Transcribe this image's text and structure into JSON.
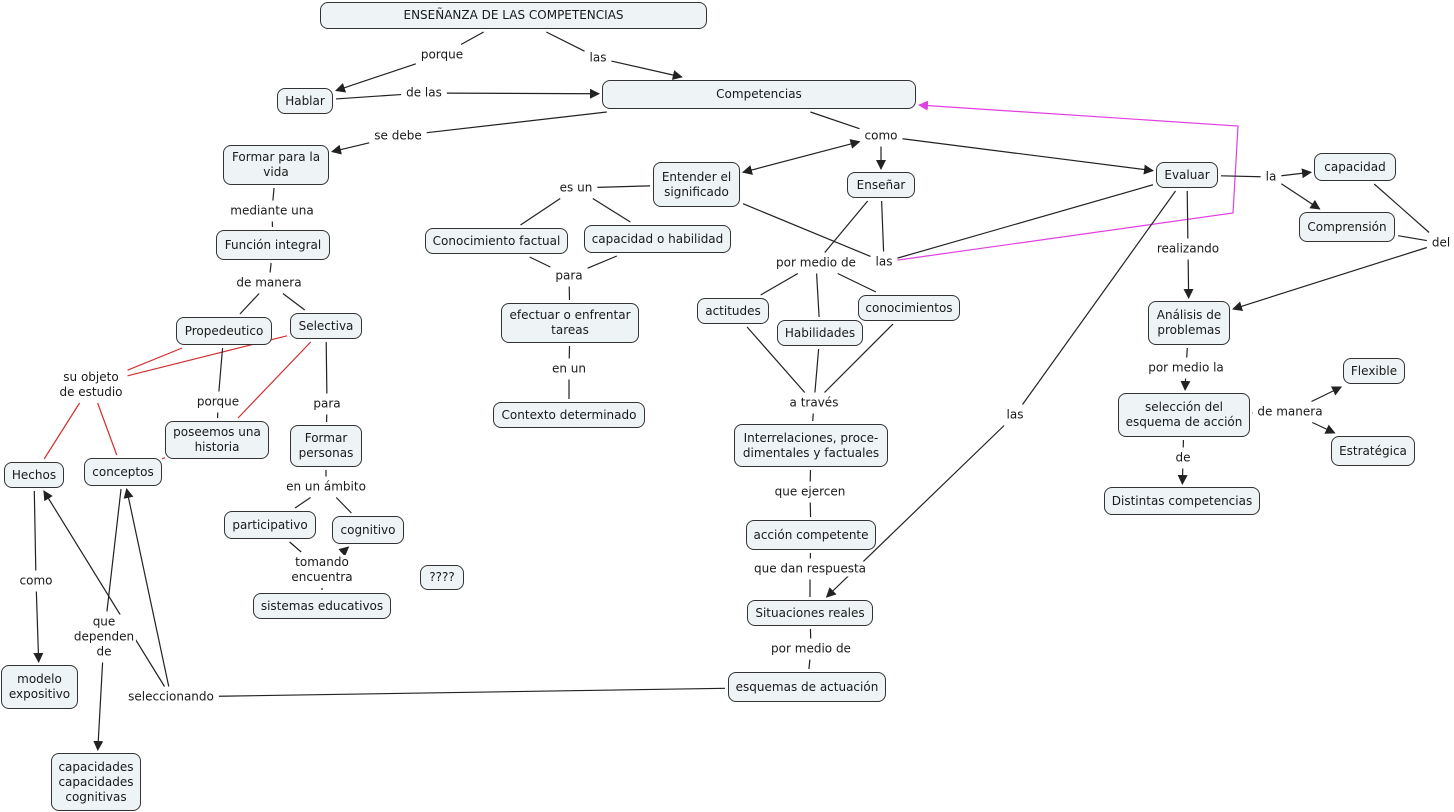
{
  "title": "ENSEÑANZA DE LAS COMPETENCIAS",
  "colors": {
    "node_fill": "#eef3f5",
    "line": "#222222",
    "red_link": "#d03030",
    "magenta_link": "#e040e0"
  },
  "nodes": [
    {
      "id": "title",
      "text": "ENSEÑANZA DE LAS COMPETENCIAS"
    },
    {
      "id": "hablar",
      "text": "Hablar"
    },
    {
      "id": "competencias",
      "text": "Competencias"
    },
    {
      "id": "formar_vida",
      "text": "Formar para la\nvida"
    },
    {
      "id": "funcion_integral",
      "text": "Función integral"
    },
    {
      "id": "propedeutico",
      "text": "Propedeutico"
    },
    {
      "id": "selectiva",
      "text": "Selectiva"
    },
    {
      "id": "poseemos",
      "text": "poseemos una\nhistoria"
    },
    {
      "id": "formar_personas",
      "text": "Formar\npersonas"
    },
    {
      "id": "hechos",
      "text": "Hechos"
    },
    {
      "id": "conceptos",
      "text": "conceptos"
    },
    {
      "id": "participativo",
      "text": "participativo"
    },
    {
      "id": "cognitivo",
      "text": "cognitivo"
    },
    {
      "id": "sistemas",
      "text": "sistemas educativos"
    },
    {
      "id": "interrog",
      "text": "????"
    },
    {
      "id": "modelo",
      "text": "modelo\nexpositivo"
    },
    {
      "id": "capacidades",
      "text": "capacidades\ncapacidades\ncognitivas"
    },
    {
      "id": "entender",
      "text": "Entender el\nsignificado"
    },
    {
      "id": "conoc_factual",
      "text": "Conocimiento factual"
    },
    {
      "id": "capac_habil",
      "text": "capacidad o habilidad"
    },
    {
      "id": "efectuar",
      "text": "efectuar o enfrentar\ntareas"
    },
    {
      "id": "contexto",
      "text": "Contexto determinado"
    },
    {
      "id": "ensenar",
      "text": "Enseñar"
    },
    {
      "id": "actitudes",
      "text": "actitudes"
    },
    {
      "id": "habilidades",
      "text": "Habilidades"
    },
    {
      "id": "conocimientos",
      "text": "conocimientos"
    },
    {
      "id": "interrelaciones",
      "text": "Interrelaciones, proce-\ndimentales y factuales"
    },
    {
      "id": "accion",
      "text": "acción competente"
    },
    {
      "id": "situaciones",
      "text": "Situaciones reales"
    },
    {
      "id": "esquemas",
      "text": "esquemas de actuación"
    },
    {
      "id": "evaluar",
      "text": "Evaluar"
    },
    {
      "id": "capacidad",
      "text": "capacidad"
    },
    {
      "id": "comprension",
      "text": "Comprensión"
    },
    {
      "id": "analisis",
      "text": "Análisis de\nproblemas"
    },
    {
      "id": "seleccion",
      "text": "selección del\nesquema de acción"
    },
    {
      "id": "flexible",
      "text": "Flexible"
    },
    {
      "id": "estrategica",
      "text": "Estratégica"
    },
    {
      "id": "distintas",
      "text": "Distintas competencias"
    }
  ],
  "link_labels": [
    {
      "id": "l_porque",
      "text": "porque"
    },
    {
      "id": "l_las_top",
      "text": "las"
    },
    {
      "id": "l_delas",
      "text": "de las"
    },
    {
      "id": "l_sedebe",
      "text": "se debe"
    },
    {
      "id": "l_mediante",
      "text": "mediante una"
    },
    {
      "id": "l_demanera",
      "text": "de manera"
    },
    {
      "id": "l_objeto",
      "text": "su objeto\nde estudio"
    },
    {
      "id": "l_porque2",
      "text": "porque"
    },
    {
      "id": "l_para",
      "text": "para"
    },
    {
      "id": "l_ambito",
      "text": "en un ámbito"
    },
    {
      "id": "l_tomando",
      "text": "tomando\nencuentra"
    },
    {
      "id": "l_como",
      "text": "como"
    },
    {
      "id": "l_dependen",
      "text": "que\ndependen\nde"
    },
    {
      "id": "l_seleccionando",
      "text": "seleccionando"
    },
    {
      "id": "l_esun",
      "text": "es un"
    },
    {
      "id": "l_para2",
      "text": "para"
    },
    {
      "id": "l_enun",
      "text": "en  un"
    },
    {
      "id": "l_como2",
      "text": "como"
    },
    {
      "id": "l_pormediode",
      "text": "por medio de"
    },
    {
      "id": "l_las_mid",
      "text": "las"
    },
    {
      "id": "l_atraves",
      "text": "a través"
    },
    {
      "id": "l_ejercen",
      "text": "que ejercen"
    },
    {
      "id": "l_respuesta",
      "text": "que dan respuesta"
    },
    {
      "id": "l_pormediode2",
      "text": "por medio de"
    },
    {
      "id": "l_las_right",
      "text": "las"
    },
    {
      "id": "l_la",
      "text": "la"
    },
    {
      "id": "l_del",
      "text": "del"
    },
    {
      "id": "l_realizando",
      "text": "realizando"
    },
    {
      "id": "l_pormediola",
      "text": "por medio la"
    },
    {
      "id": "l_demanera2",
      "text": "de manera"
    },
    {
      "id": "l_de",
      "text": "de"
    }
  ],
  "connections": [
    {
      "from": "title",
      "to": "l_porque"
    },
    {
      "from": "l_porque",
      "to": "hablar",
      "arrow": true
    },
    {
      "from": "title",
      "to": "l_las_top"
    },
    {
      "from": "l_las_top",
      "to": "competencias",
      "arrow": true
    },
    {
      "from": "hablar",
      "to": "l_delas"
    },
    {
      "from": "l_delas",
      "to": "competencias",
      "arrow": true
    },
    {
      "from": "competencias",
      "to": "l_sedebe"
    },
    {
      "from": "l_sedebe",
      "to": "formar_vida",
      "arrow": true
    },
    {
      "from": "formar_vida",
      "to": "l_mediante"
    },
    {
      "from": "l_mediante",
      "to": "funcion_integral"
    },
    {
      "from": "funcion_integral",
      "to": "l_demanera"
    },
    {
      "from": "l_demanera",
      "to": "propedeutico"
    },
    {
      "from": "l_demanera",
      "to": "selectiva"
    },
    {
      "from": "propedeutico",
      "to": "l_objeto",
      "color": "red"
    },
    {
      "from": "selectiva",
      "to": "l_objeto",
      "color": "red"
    },
    {
      "from": "l_objeto",
      "to": "hechos",
      "color": "red"
    },
    {
      "from": "l_objeto",
      "to": "conceptos",
      "color": "red"
    },
    {
      "from": "selectiva",
      "to": "poseemos",
      "color": "red"
    },
    {
      "from": "poseemos",
      "to": "conceptos",
      "color": "red"
    },
    {
      "from": "propedeutico",
      "to": "l_porque2"
    },
    {
      "from": "l_porque2",
      "to": "poseemos"
    },
    {
      "from": "selectiva",
      "to": "l_para"
    },
    {
      "from": "l_para",
      "to": "formar_personas"
    },
    {
      "from": "formar_personas",
      "to": "l_ambito"
    },
    {
      "from": "l_ambito",
      "to": "participativo"
    },
    {
      "from": "l_ambito",
      "to": "cognitivo"
    },
    {
      "from": "participativo",
      "to": "l_tomando"
    },
    {
      "from": "l_tomando",
      "to": "cognitivo",
      "arrow": true
    },
    {
      "from": "l_tomando",
      "to": "sistemas"
    },
    {
      "from": "hechos",
      "to": "l_como"
    },
    {
      "from": "l_como",
      "to": "modelo",
      "arrow": true
    },
    {
      "from": "conceptos",
      "to": "l_dependen"
    },
    {
      "from": "l_dependen",
      "to": "capacidades",
      "arrow": true
    },
    {
      "from": "l_seleccionando",
      "to": "hechos",
      "arrow": true
    },
    {
      "from": "l_seleccionando",
      "to": "conceptos",
      "arrow": true
    },
    {
      "from": "esquemas",
      "to": "l_seleccionando"
    },
    {
      "from": "competencias",
      "to": "l_como2"
    },
    {
      "from": "l_como2",
      "to": "entender",
      "arrow": true,
      "both": true
    },
    {
      "from": "l_como2",
      "to": "ensenar",
      "arrow": true
    },
    {
      "from": "l_como2",
      "to": "evaluar",
      "arrow": true
    },
    {
      "from": "entender",
      "to": "l_esun"
    },
    {
      "from": "l_esun",
      "to": "conoc_factual"
    },
    {
      "from": "l_esun",
      "to": "capac_habil"
    },
    {
      "from": "conoc_factual",
      "to": "l_para2"
    },
    {
      "from": "capac_habil",
      "to": "l_para2"
    },
    {
      "from": "l_para2",
      "to": "efectuar"
    },
    {
      "from": "efectuar",
      "to": "l_enun"
    },
    {
      "from": "l_enun",
      "to": "contexto"
    },
    {
      "from": "ensenar",
      "to": "l_pormediode"
    },
    {
      "from": "l_pormediode",
      "to": "actitudes"
    },
    {
      "from": "l_pormediode",
      "to": "habilidades"
    },
    {
      "from": "l_pormediode",
      "to": "conocimientos"
    },
    {
      "from": "entender",
      "to": "l_las_mid"
    },
    {
      "from": "ensenar",
      "to": "l_las_mid"
    },
    {
      "from": "evaluar",
      "to": "l_las_mid"
    },
    {
      "from": "l_las_mid",
      "to": "competencias",
      "arrow": true,
      "color": "magenta",
      "route": [
        [
          1233,
          213
        ],
        [
          1238,
          126
        ]
      ]
    },
    {
      "from": "actitudes",
      "to": "l_atraves"
    },
    {
      "from": "habilidades",
      "to": "l_atraves"
    },
    {
      "from": "conocimientos",
      "to": "l_atraves"
    },
    {
      "from": "l_atraves",
      "to": "interrelaciones"
    },
    {
      "from": "interrelaciones",
      "to": "l_ejercen"
    },
    {
      "from": "l_ejercen",
      "to": "accion"
    },
    {
      "from": "accion",
      "to": "l_respuesta"
    },
    {
      "from": "l_respuesta",
      "to": "situaciones"
    },
    {
      "from": "situaciones",
      "to": "l_pormediode2"
    },
    {
      "from": "l_pormediode2",
      "to": "esquemas"
    },
    {
      "from": "evaluar",
      "to": "l_las_right"
    },
    {
      "from": "l_las_right",
      "to": "situaciones",
      "arrow": true
    },
    {
      "from": "evaluar",
      "to": "l_la"
    },
    {
      "from": "l_la",
      "to": "capacidad",
      "arrow": true
    },
    {
      "from": "l_la",
      "to": "comprension",
      "arrow": true
    },
    {
      "from": "capacidad",
      "to": "l_del"
    },
    {
      "from": "comprension",
      "to": "l_del"
    },
    {
      "from": "l_del",
      "to": "analisis",
      "arrow": true
    },
    {
      "from": "evaluar",
      "to": "l_realizando"
    },
    {
      "from": "l_realizando",
      "to": "analisis",
      "arrow": true
    },
    {
      "from": "analisis",
      "to": "l_pormediola"
    },
    {
      "from": "l_pormediola",
      "to": "seleccion",
      "arrow": true
    },
    {
      "from": "seleccion",
      "to": "l_demanera2"
    },
    {
      "from": "l_demanera2",
      "to": "flexible",
      "arrow": true
    },
    {
      "from": "l_demanera2",
      "to": "estrategica",
      "arrow": true
    },
    {
      "from": "seleccion",
      "to": "l_de"
    },
    {
      "from": "l_de",
      "to": "distintas",
      "arrow": true
    }
  ]
}
